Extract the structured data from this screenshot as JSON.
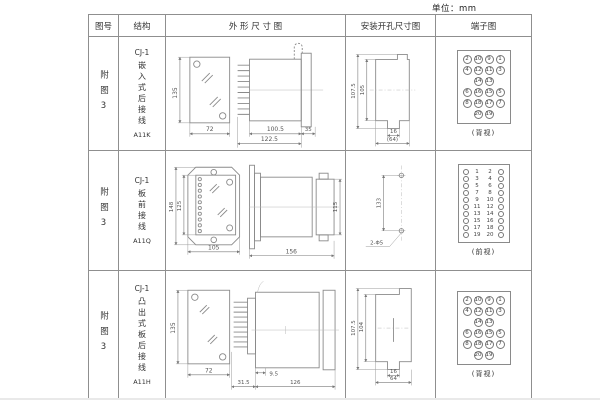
{
  "unit_label": "单位：mm",
  "header": {
    "cols": [
      "图号",
      "结构",
      "外 形 尺 寸 图",
      "安装开孔尺寸图",
      "端子图"
    ]
  },
  "rows": [
    {
      "figure": "附图3",
      "model": "CJ-1",
      "name": "嵌入式后接线",
      "code": "A11K",
      "outline": {
        "h": "135",
        "w": "72",
        "d1": "100.5",
        "d2": "122.5",
        "d3": "35"
      },
      "install": {
        "v1": "107.5",
        "v2": "105",
        "h1": "16",
        "h2": "(64)"
      },
      "terminal_label": "(背视)"
    },
    {
      "figure": "附图3",
      "model": "CJ-1",
      "name": "板前接线",
      "code": "A11Q",
      "outline": {
        "v1": "148",
        "v2": "125",
        "w": "105",
        "d": "156",
        "h": "115"
      },
      "install": {
        "v": "133",
        "holes": "2-Φ5"
      },
      "terminal_label": "(前视)"
    },
    {
      "figure": "附图3",
      "model": "CJ-1",
      "name": "凸出式板后接线",
      "code": "A11H",
      "outline": {
        "h": "135",
        "w": "72",
        "d1": "31.5",
        "d2": "9.5",
        "d3": "126"
      },
      "install": {
        "v1": "107.5",
        "v2": "104",
        "h1": "16",
        "h2": "64"
      },
      "terminal_label": "(背视)"
    }
  ],
  "terminals": {
    "back": {
      "rows": [
        [
          "2",
          "10",
          "9",
          "1"
        ],
        [
          "4",
          "12",
          "11",
          "3"
        ],
        [
          "",
          "14",
          "13",
          ""
        ],
        [
          "6",
          "16",
          "15",
          "5"
        ],
        [
          "8",
          "18",
          "17",
          "7"
        ],
        [
          "",
          "20",
          "19",
          ""
        ]
      ]
    },
    "front": {
      "left": [
        "1",
        "3",
        "5",
        "7",
        "9",
        "11",
        "13",
        "15",
        "17",
        "19"
      ],
      "right": [
        "2",
        "4",
        "6",
        "8",
        "10",
        "12",
        "14",
        "16",
        "18",
        "20"
      ]
    }
  }
}
